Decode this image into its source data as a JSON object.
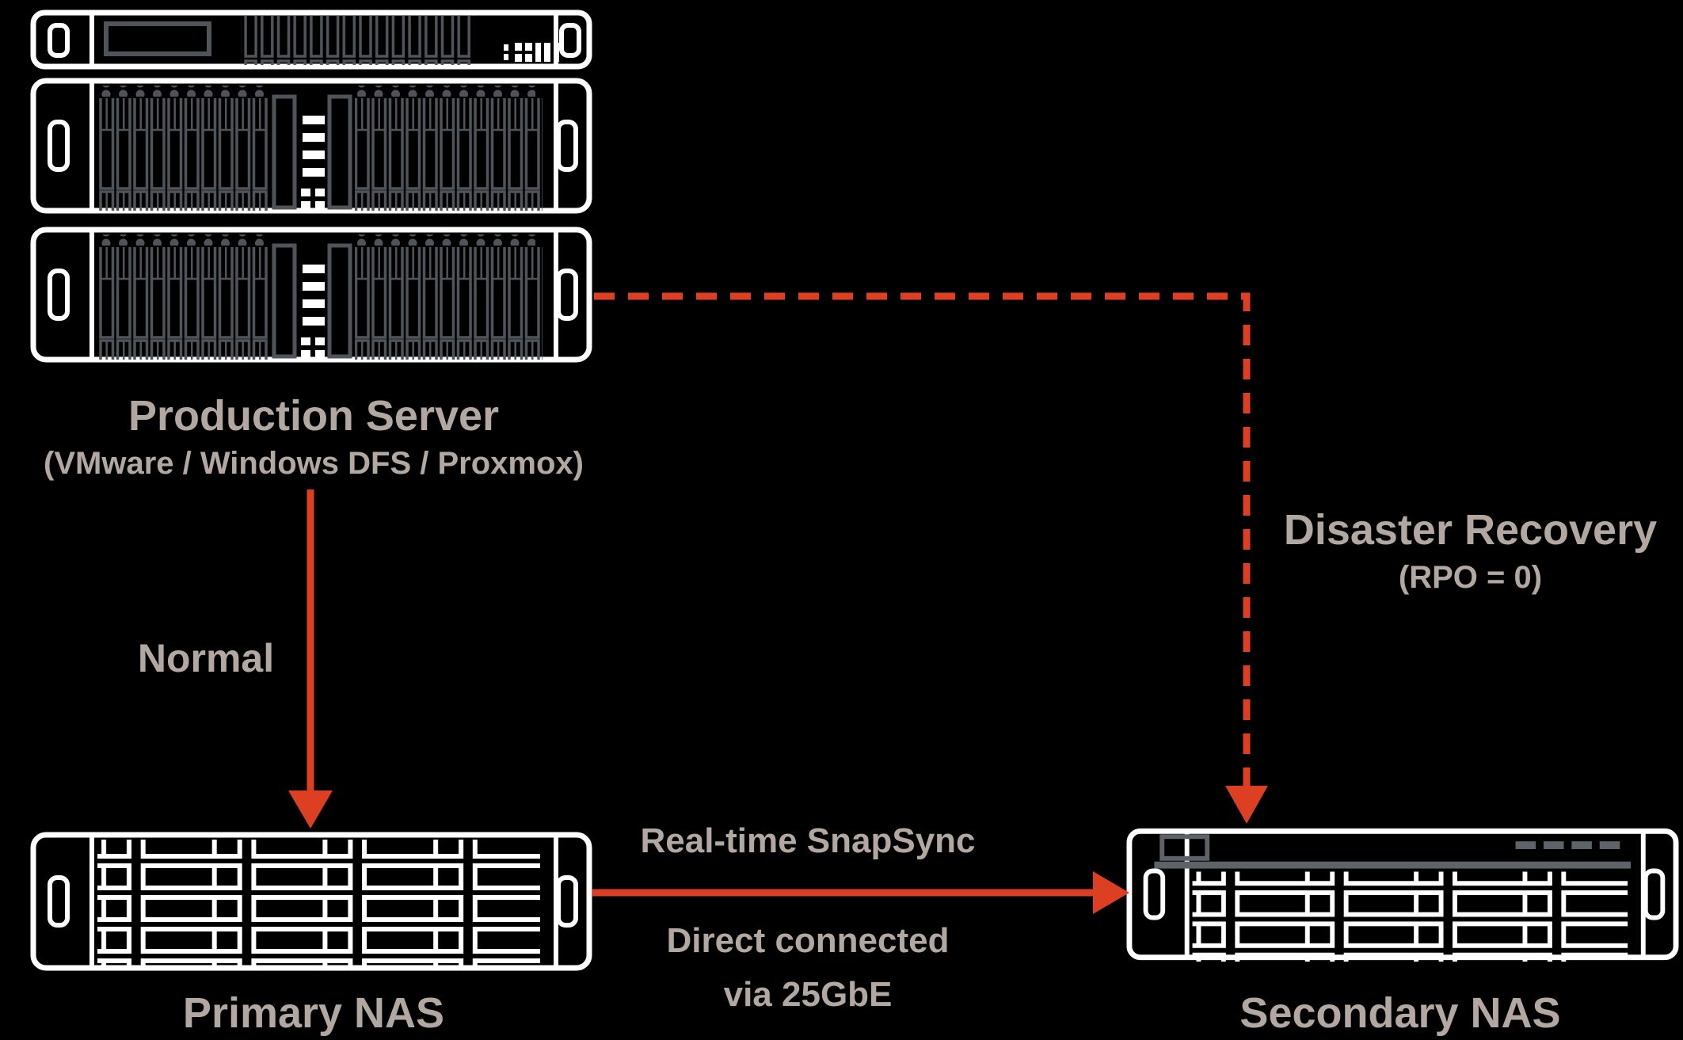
{
  "diagram": {
    "colors": {
      "background": "#000000",
      "accent": "#dd3f23",
      "text": "#b2a8a1",
      "outline": "#ffffff",
      "detail": "#4f545b",
      "detail_light": "#5e6269"
    },
    "nodes": {
      "production_server": {
        "title": "Production Server",
        "subtitle": "(VMware / Windows DFS / Proxmox)",
        "rack_units": [
          "1U switch",
          "2U server",
          "2U server"
        ]
      },
      "primary_nas": {
        "title": "Primary NAS"
      },
      "secondary_nas": {
        "title": "Secondary NAS"
      }
    },
    "edges": {
      "normal": {
        "label": "Normal",
        "style": "solid-arrow",
        "from": "production_server",
        "to": "primary_nas"
      },
      "snapsync": {
        "label": "Real-time SnapSync",
        "note_line1": "Direct connected",
        "note_line2": "via 25GbE",
        "style": "solid-arrow",
        "from": "primary_nas",
        "to": "secondary_nas"
      },
      "disaster_recovery": {
        "label": "Disaster Recovery",
        "sublabel": "(RPO = 0)",
        "style": "dashed-arrow",
        "from": "production_server",
        "to": "secondary_nas"
      }
    }
  }
}
